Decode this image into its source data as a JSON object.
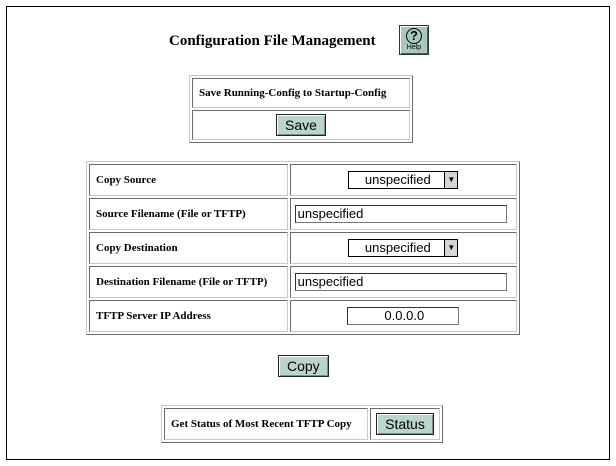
{
  "page": {
    "title": "Configuration File Management",
    "help_label": "Help"
  },
  "save_section": {
    "header": "Save Running-Config to Startup-Config",
    "save_button": "Save"
  },
  "form": {
    "copy_source": {
      "label": "Copy Source",
      "value": "unspecified"
    },
    "source_filename": {
      "label": "Source Filename (File or TFTP)",
      "value": "unspecified"
    },
    "copy_destination": {
      "label": "Copy Destination",
      "value": "unspecified"
    },
    "destination_filename": {
      "label": "Destination Filename (File or TFTP)",
      "value": "unspecified"
    },
    "tftp_server": {
      "label": "TFTP Server IP Address",
      "value": "0.0.0.0"
    }
  },
  "copy_button": "Copy",
  "status_section": {
    "label": "Get Status of Most Recent TFTP Copy",
    "status_button": "Status"
  }
}
